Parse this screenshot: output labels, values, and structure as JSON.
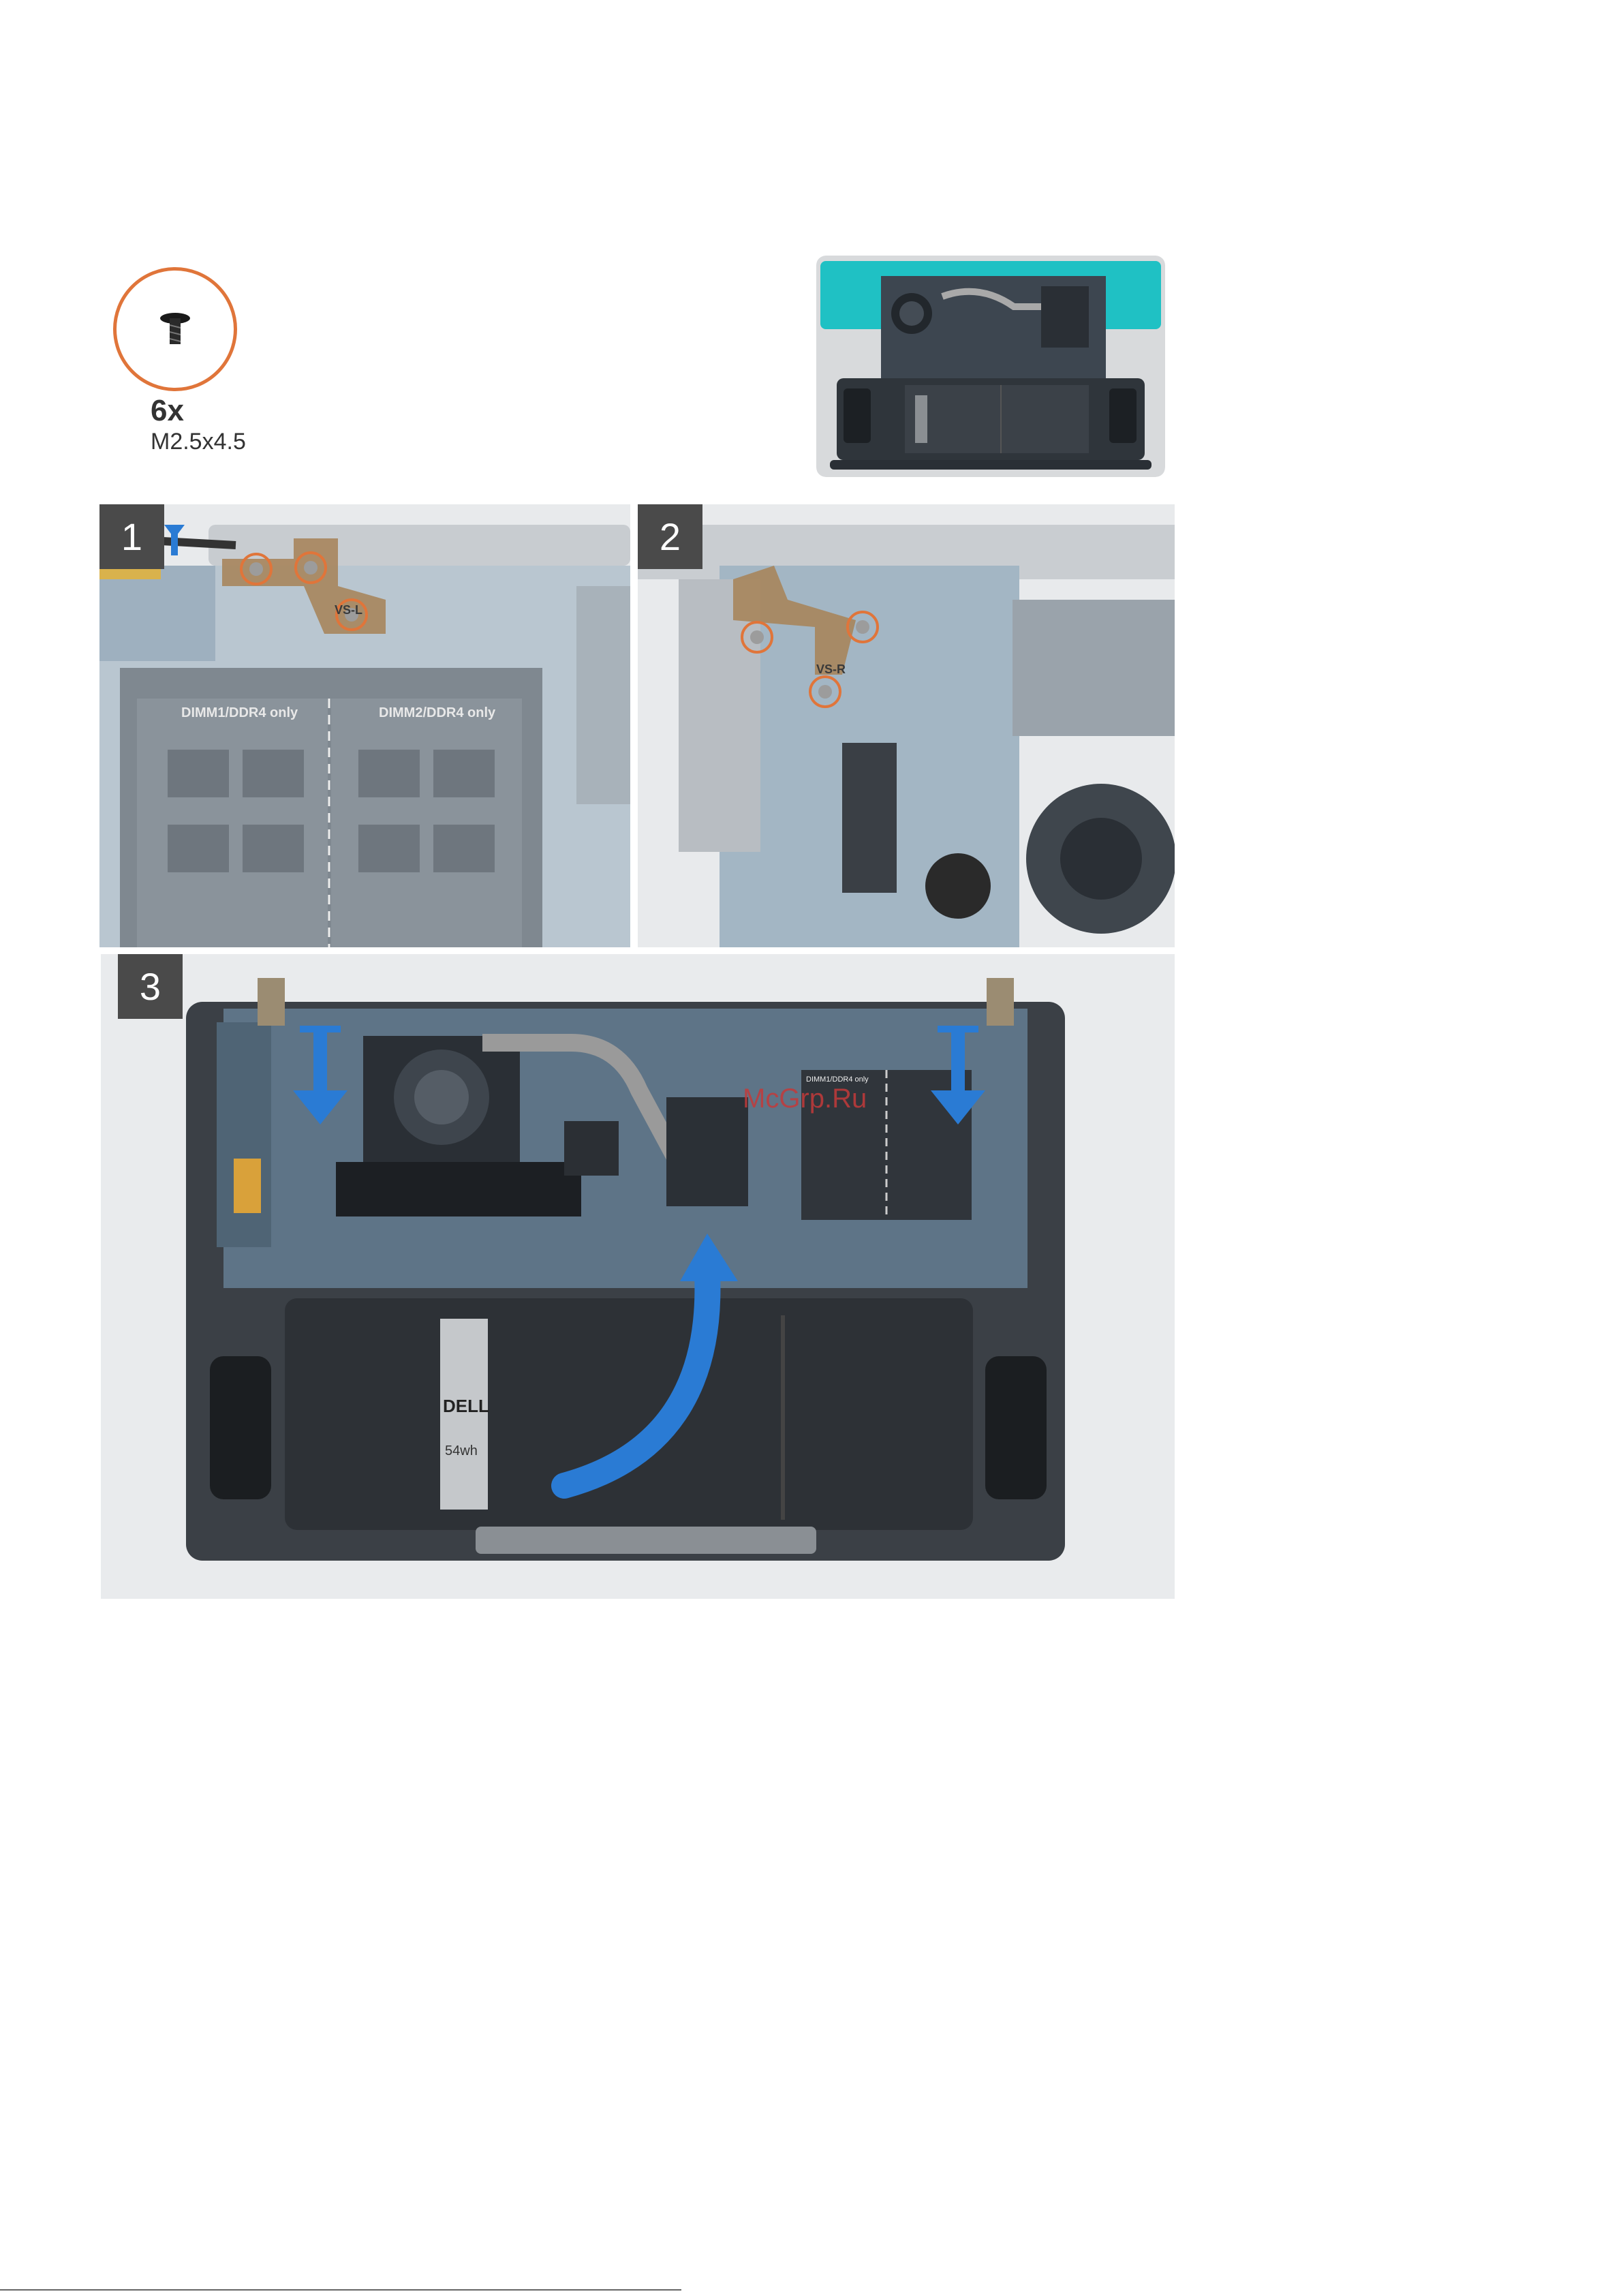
{
  "screw": {
    "count": "6x",
    "spec": "M2.5x4.5"
  },
  "steps": [
    {
      "number": "1"
    },
    {
      "number": "2"
    },
    {
      "number": "3"
    }
  ],
  "panel1": {
    "labels": [
      "DIMM1/DDR4 only",
      "DIMM2/DDR4 only"
    ],
    "hinge_label": "VS-L"
  },
  "panel2": {
    "hinge_label": "VS-R"
  },
  "panel3": {
    "watermark": "McGrp.Ru",
    "battery_brand": "DELL",
    "battery_capacity": "54wh",
    "memory_label": "DIMM1/DDR4 only"
  },
  "colors": {
    "callout": "#e0753a",
    "arrow": "#2a7bd4",
    "badge": "#4a4a4a",
    "teal": "#1fc1c4"
  }
}
